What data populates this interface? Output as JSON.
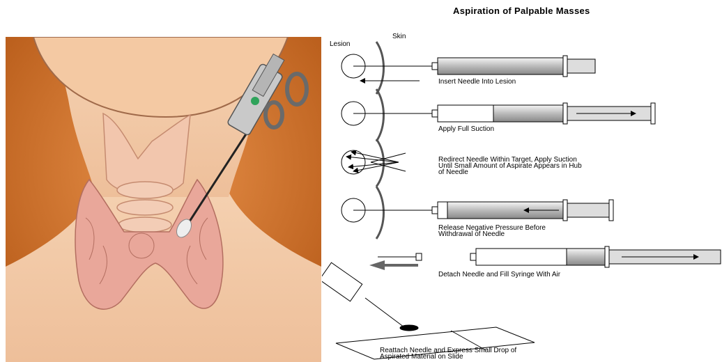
{
  "title": "Aspiration of Palpable Masses",
  "labels": {
    "lesion": "Lesion",
    "skin": "Skin"
  },
  "steps": [
    {
      "lines": [
        "Insert Needle Into Lesion"
      ]
    },
    {
      "lines": [
        "Apply Full Suction"
      ]
    },
    {
      "lines": [
        "Redirect Needle Within Target, Apply Suction",
        "Until Small Amount of Aspirate Appears in Hub",
        "of Needle"
      ]
    },
    {
      "lines": [
        "Release Negative Pressure Before",
        "Withdrawal of Needle"
      ]
    },
    {
      "lines": [
        "Detach Needle and Fill Syringe With Air"
      ]
    },
    {
      "lines": [
        "Reattach Needle and Express Small Drop of",
        "Aspirated Material on Slide"
      ]
    }
  ],
  "colors": {
    "background_warm": "#d97a2a",
    "skin": "#f2c9a6",
    "gland": "#e9a79a",
    "line": "#000000"
  },
  "icons": {
    "neck": "neck-illustration",
    "syringe": "syringe-icon",
    "needle_gun": "aspiration-gun-icon"
  }
}
